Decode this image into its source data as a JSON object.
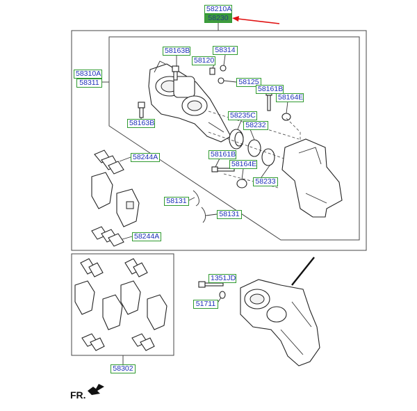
{
  "labels": {
    "l58210A": "58210A",
    "l58230": "58230",
    "l58163B_top": "58163B",
    "l58314": "58314",
    "l58120": "58120",
    "l58310A": "58310A",
    "l58311": "58311",
    "l58125": "58125",
    "l58161B_top": "58161B",
    "l58164E_top": "58164E",
    "l58163B_left": "58163B",
    "l58235C": "58235C",
    "l58232": "58232",
    "l58244A_top": "58244A",
    "l58161B_mid": "58161B",
    "l58164E_mid": "58164E",
    "l58233": "58233",
    "l58131_a": "58131",
    "l58131_b": "58131",
    "l58244A_bot": "58244A",
    "l1351JD": "1351JD",
    "l51711": "51711",
    "l58302": "58302"
  },
  "direction": "FR.",
  "colors": {
    "label_border": "#2f9a2f",
    "label_text": "#1c2fb8",
    "highlight_fill": "#3f9b3f",
    "pointer_arrow": "#e01010"
  }
}
